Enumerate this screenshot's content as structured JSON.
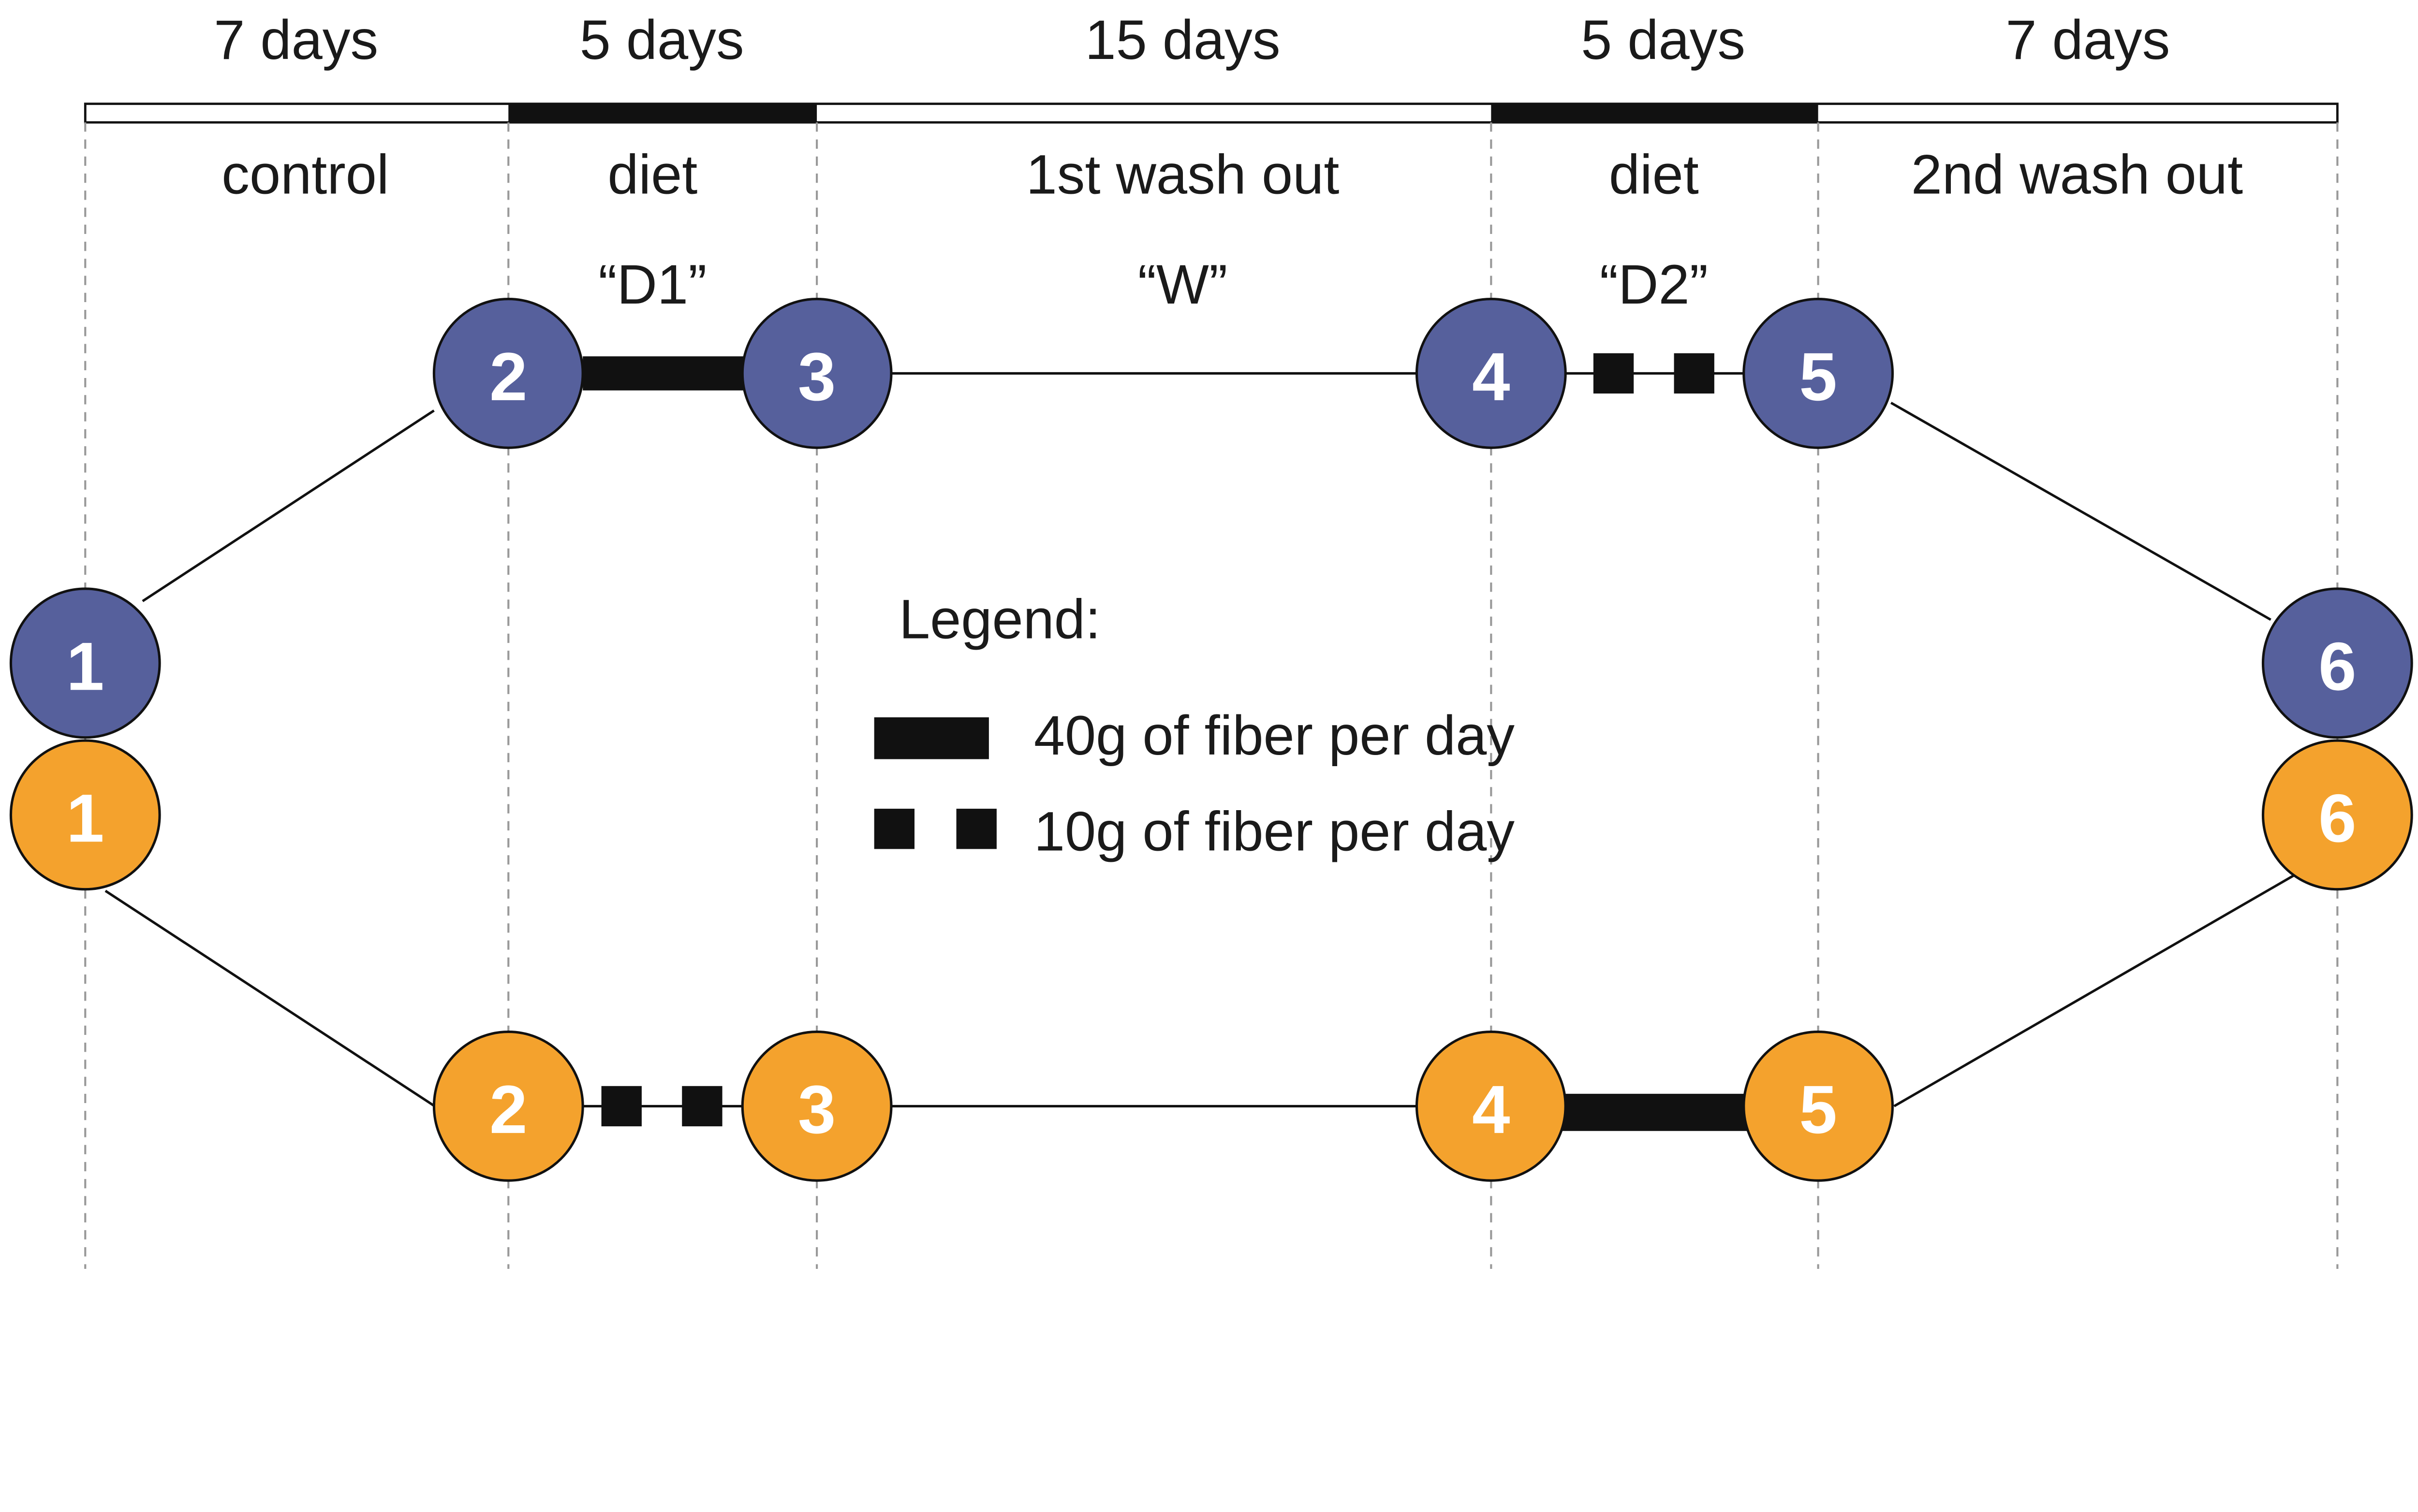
{
  "colors": {
    "group_a": "#56609c",
    "group_b": "#f4a22d",
    "bar": "#111111"
  },
  "durations": [
    "7 days",
    "5 days",
    "15 days",
    "5 days",
    "7 days"
  ],
  "phases": [
    "control",
    "diet",
    "1st wash out",
    "diet",
    "2nd wash out"
  ],
  "phase_codes": [
    "“D1”",
    "“W”",
    "“D2”"
  ],
  "nodes": [
    "1",
    "2",
    "3",
    "4",
    "5",
    "6"
  ],
  "legend": {
    "title": "Legend:",
    "items": [
      {
        "style": "solid-bar",
        "label": "40g of fiber per day"
      },
      {
        "style": "squares",
        "label": "10g of fiber per day"
      }
    ]
  }
}
